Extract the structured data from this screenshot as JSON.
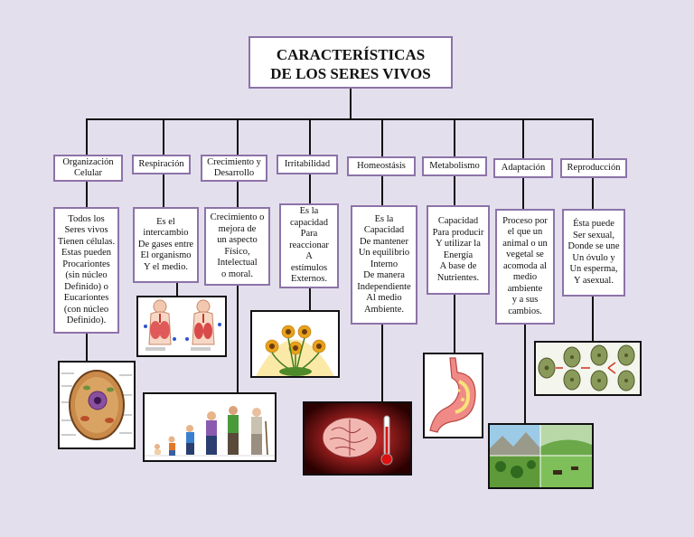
{
  "title": {
    "line1": "CARACTERÍSTICAS",
    "line2": "DE LOS SERES VIVOS"
  },
  "categories": [
    {
      "id": "organizacion",
      "label": "Organización\nCelular",
      "description": "Todos  los\nSeres vivos\nTienen células.\nEstas pueden\nProcariontes\n(sin núcleo\nDefinido) o\nEucariontes\n(con núcleo\nDefinido)."
    },
    {
      "id": "respiracion",
      "label": "Respiración",
      "description": "Es el\nintercambio\nDe gases entre\nEl organismo\nY el medio."
    },
    {
      "id": "crecimiento",
      "label": "Crecimiento y\nDesarrollo",
      "description": "Crecimiento o\nmejora de\nun aspecto\nFísico,\nIntelectual\no moral."
    },
    {
      "id": "irritabilidad",
      "label": "Irritabilidad",
      "description": "Es la\ncapacidad\nPara\nreaccionar\nA\nestímulos\nExternos."
    },
    {
      "id": "homeostasis",
      "label": "Homeostásis",
      "description": "Es la\nCapacidad\nDe mantener\nUn equilibrio\nInterno\nDe manera\nIndependiente\nAl medio\nAmbiente."
    },
    {
      "id": "metabolismo",
      "label": "Metabolismo",
      "description": "Capacidad\nPara producir\nY utilizar la\nEnergía\nA base de\nNutrientes."
    },
    {
      "id": "adaptacion",
      "label": "Adaptación",
      "description": "Proceso por\nel que un\nanimal o un\nvegetal se\nacomoda al\nmedio\nambiente\ny a sus\ncambios."
    },
    {
      "id": "reproduccion",
      "label": "Reproducción",
      "description": "Ésta puede\nSer sexual,\nDonde se une\nUn óvulo y\nUn esperma,\nY asexual."
    }
  ],
  "illustrations": {
    "cell": "plant-cell-diagram",
    "lungs": "breathing-lungs",
    "growth": "human-growth-stages",
    "flowers": "sunflowers-reacting",
    "brain": "brain-thermometer",
    "stomach": "stomach-digestion",
    "landscape": "ecosystem-landscapes",
    "division": "cell-division"
  },
  "colors": {
    "background": "#e4dfed",
    "box_border": "#8c73a8",
    "lines": "#111111"
  }
}
